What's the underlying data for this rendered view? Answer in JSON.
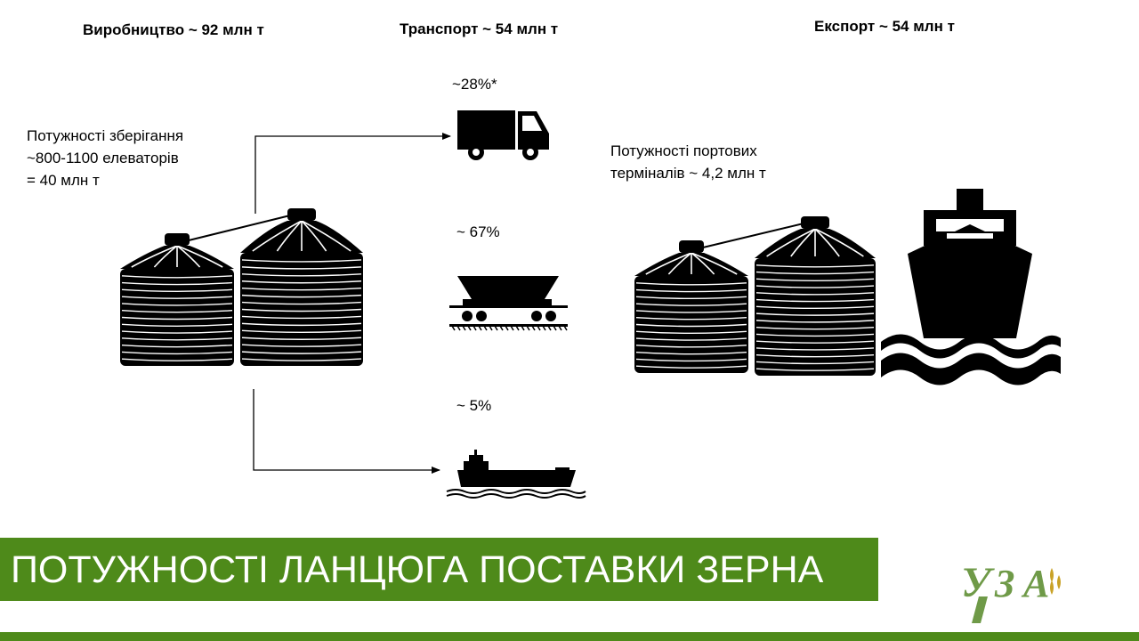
{
  "columns": {
    "production": "Виробництво  ~ 92 млн т",
    "transport": "Транспорт  ~ 54 млн т",
    "export": "Експорт ~ 54 млн т"
  },
  "storage": {
    "line1": "Потужності зберігання",
    "line2": "~800-1100 елеваторів",
    "line3": "= 40 млн т"
  },
  "port": {
    "line1": "Потужності портових",
    "line2": "терміналів ~ 4,2 млн т"
  },
  "shares": {
    "truck": "~28%*",
    "rail": "~ 67%",
    "river": "~ 5%"
  },
  "title": "ПОТУЖНОСТІ ЛАНЦЮГА ПОСТАВКИ ЗЕРНА",
  "logo": {
    "text": "УЗА"
  },
  "colors": {
    "brand_green": "#4e8a1a",
    "logo_green": "#6f9a48",
    "wheat_gold": "#c9a227"
  },
  "icons": [
    "grain-silo-icon",
    "truck-icon",
    "hopper-railcar-icon",
    "river-barge-icon",
    "cargo-ship-icon"
  ]
}
